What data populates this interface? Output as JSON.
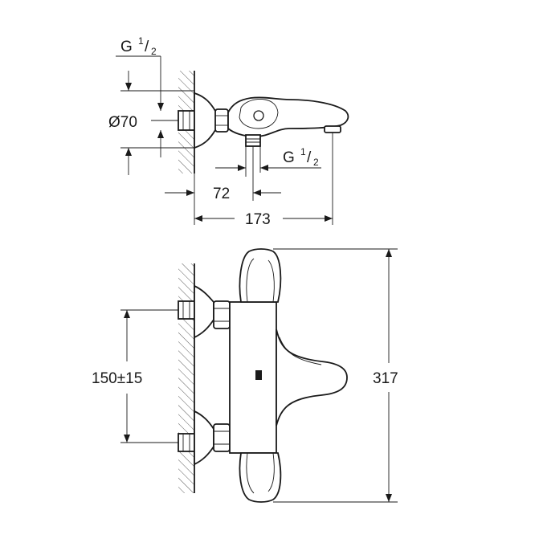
{
  "side_view": {
    "thread_top": {
      "base": "G",
      "num": "1",
      "den": "2"
    },
    "diameter": "Ø70",
    "thread_outlet": {
      "base": "G",
      "num": "1",
      "den": "2"
    },
    "dim_outlet_offset": "72",
    "dim_total_depth": "173"
  },
  "front_view": {
    "dim_center_distance": "150±15",
    "dim_total_width": "317"
  }
}
